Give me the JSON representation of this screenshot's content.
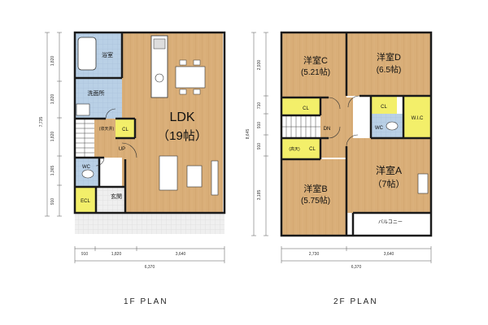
{
  "plan_1f": {
    "title": "1F PLAN",
    "rooms": {
      "bath": "浴室",
      "washroom": "洗面所",
      "ldk": "LDK",
      "ldk_size": "（19帖）",
      "storage_under_stairs": "(収天井)",
      "cl": "CL",
      "up": "UP",
      "wc": "WC",
      "ecl": "ECL",
      "entrance": "玄関"
    },
    "dims_left": [
      "1,820",
      "1,820",
      "1,820",
      "1,365",
      "910"
    ],
    "dim_left_total": "7,735",
    "dims_bottom": [
      "910",
      "1,820",
      "3,640"
    ],
    "dim_bottom_total": "6,370"
  },
  "plan_2f": {
    "title": "2F PLAN",
    "rooms": {
      "room_c": "洋室C",
      "room_c_size": "(5.21帖)",
      "room_d": "洋室D",
      "room_d_size": "(6.5帖)",
      "cl_c": "CL",
      "cl_d": "CL",
      "wic": "W.I.C",
      "dn": "DN",
      "wc": "WC",
      "storage_high": "(高天)",
      "cl_b": "CL",
      "room_b": "洋室B",
      "room_b_size": "(5.75帖)",
      "room_a": "洋室A",
      "room_a_size": "（7帖）",
      "balcony": "バルコニー"
    },
    "dims_left": [
      "2,930",
      "710",
      "910",
      "910",
      "3,185"
    ],
    "dim_left_total": "8,645",
    "dims_bottom": [
      "2,730",
      "3,640"
    ],
    "dim_bottom_total": "6,370"
  },
  "colors": {
    "wood": "#d9ae78",
    "tile": "#b9d0e6",
    "wall": "#1a1a1a",
    "cl_yellow": "#f3ef6a",
    "floor_gray": "#efefef"
  }
}
